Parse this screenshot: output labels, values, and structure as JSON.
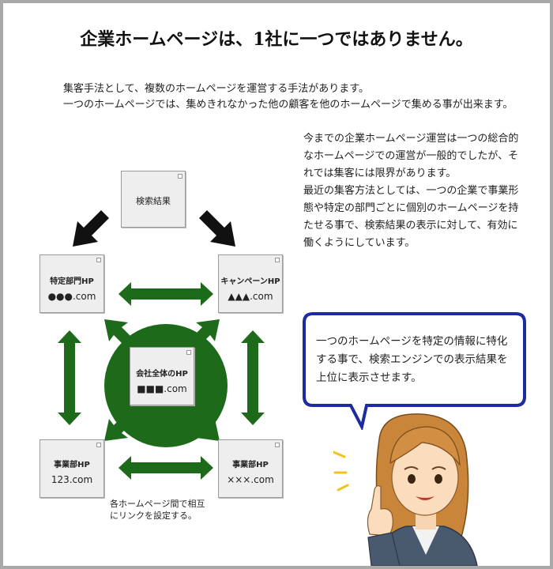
{
  "title": "企業ホームページは、1社に一つではありません。",
  "intro": [
    "集客手法として、複数のホームページを運営する手法があります。",
    "一つのホームページでは、集めきれなかった他の顧客を他のホームページで集める事が出来ます。"
  ],
  "side_text": [
    "今までの企業ホームページ運営は一つの総合的なホームページでの運営が一般的でしたが、それでは集客には限界があります。",
    "最近の集客方法としては、一つの企業で事業形態や特定の部門ごとに個別のホームページを持たせる事で、検索結果の表示に対して、有効に働くようにしています。"
  ],
  "bubble_text": "一つのホームページを特定の情報に特化する事で、検索エンジンでの表示結果を上位に表示させます。",
  "diagram": {
    "search_label": "検索結果",
    "top_left": {
      "label": "特定部門HP",
      "domain": "●●●.com"
    },
    "top_right": {
      "label": "キャンペーンHP",
      "domain": "▲▲▲.com"
    },
    "center": {
      "label": "会社全体のHP",
      "domain": "■■■.com"
    },
    "bottom_left": {
      "label": "事業部HP",
      "domain": "123.com"
    },
    "bottom_right": {
      "label": "事業部HP",
      "domain": "×××.com"
    },
    "note_lines": [
      "各ホームページ間で相互",
      "にリンクを設定する。"
    ]
  },
  "colors": {
    "arrow_green": "#1d6a1a",
    "bubble_border": "#1c2b9e",
    "black_arrow": "#111111"
  }
}
